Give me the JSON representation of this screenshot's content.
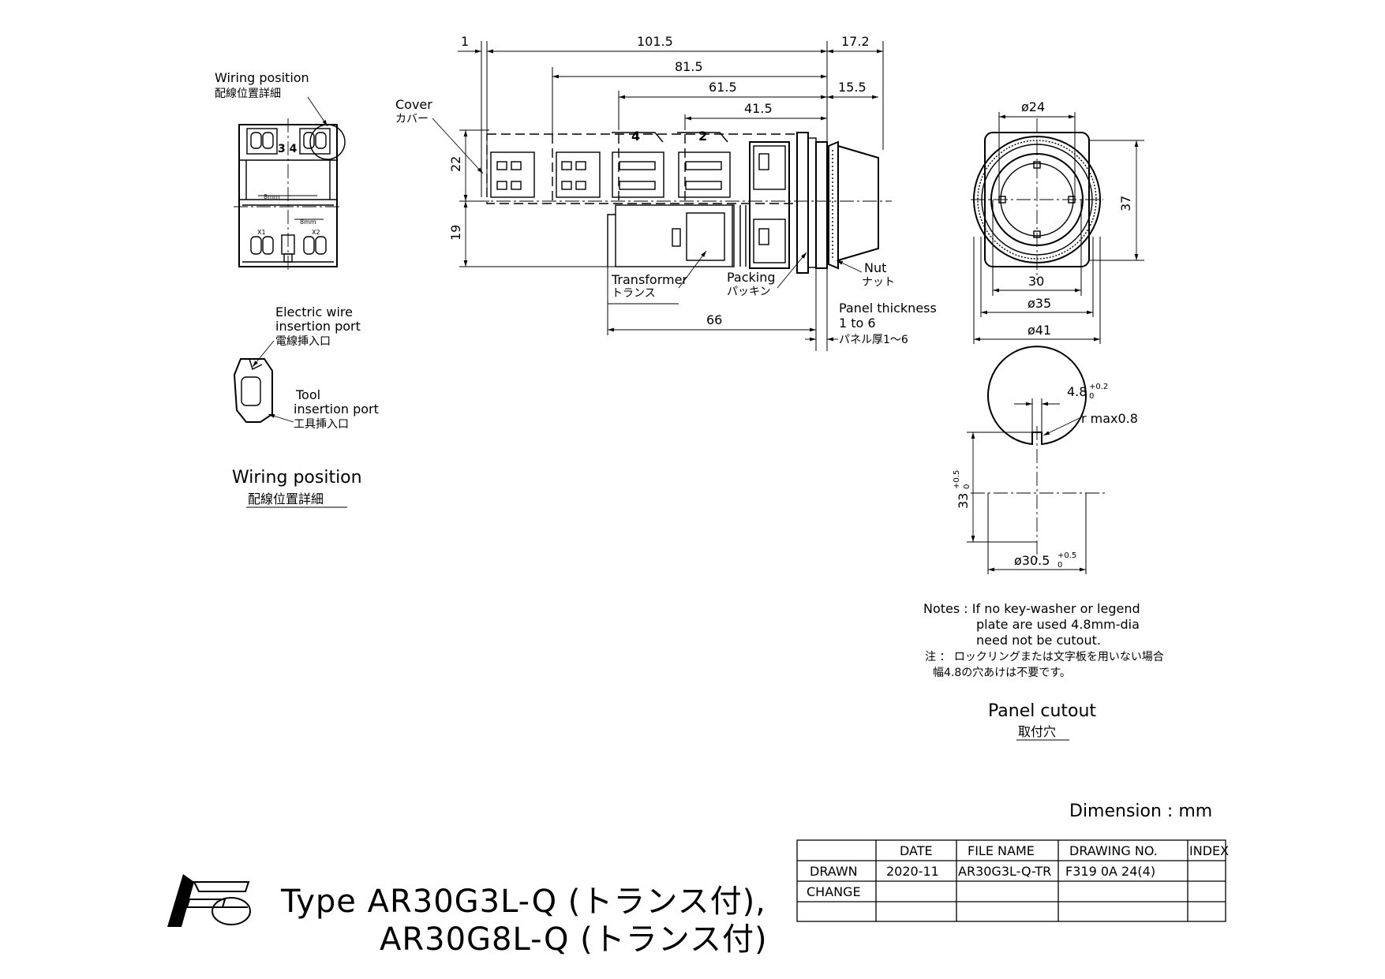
{
  "wiring_detail": {
    "label_en": "Wiring position",
    "label_ja": "配線位置詳細",
    "terminal_34": "3 4",
    "terminal_x1": "X1",
    "terminal_x2": "X2",
    "gap_8mm_a": "8mm",
    "gap_8mm_b": "8mm"
  },
  "port_detail": {
    "electric_wire_en_1": "Electric wire",
    "electric_wire_en_2": "insertion port",
    "electric_wire_ja": "電線挿入口",
    "tool_en_1": "Tool",
    "tool_en_2": "insertion port",
    "tool_ja": "工具挿入口",
    "caption_en": "Wiring position",
    "caption_ja": "配線位置詳細"
  },
  "side_view": {
    "cover_en": "Cover",
    "cover_ja": "カバー",
    "module_4": "4",
    "module_2": "2",
    "transformer_en": "Transformer",
    "transformer_ja": "トランス",
    "packing_en": "Packing",
    "packing_ja": "パッキン",
    "nut_en": "Nut",
    "nut_ja": "ナット",
    "panel_thickness_en_1": "Panel thickness",
    "panel_thickness_en_2": "1 to 6",
    "panel_thickness_ja": "パネル厚1～6",
    "dims": {
      "d1": "1",
      "d101_5": "101.5",
      "d81_5": "81.5",
      "d61_5": "61.5",
      "d41_5": "41.5",
      "d17_2": "17.2",
      "d15_5": "15.5",
      "d22": "22",
      "d19": "19",
      "d66": "66"
    }
  },
  "front_view": {
    "phi24": "ø24",
    "d37": "37",
    "d30": "30",
    "phi35": "ø35",
    "phi41": "ø41"
  },
  "panel_cutout": {
    "width_4_8": "4.8",
    "tol_4_8_up": "+0.2",
    "tol_4_8_low": "0",
    "rmax": "r max0.8",
    "height_33": "33",
    "tol_33_up": "+0.5",
    "tol_33_low": "0",
    "dia_30_5": "ø30.5",
    "tol_30_5_up": "+0.5",
    "tol_30_5_low": "0",
    "caption_en": "Panel cutout",
    "caption_ja": "取付穴"
  },
  "notes": {
    "line1": "Notes : If no key-washer or legend",
    "line2": "plate are used 4.8mm-dia",
    "line3": "need not be cutout.",
    "line4": "注 ： ロックリングまたは文字板を用いない場合",
    "line5": "幅4.8の穴あけは不要です。"
  },
  "dimension_unit": "Dimension : mm",
  "title_block": {
    "headers": [
      "",
      "DATE",
      "FILE NAME",
      "DRAWING NO.",
      "INDEX"
    ],
    "rows": [
      [
        "DRAWN",
        "2020-11",
        "AR30G3L-Q-TR",
        "F319 0A 24(4)",
        ""
      ],
      [
        "CHANGE",
        "",
        "",
        "",
        ""
      ],
      [
        "",
        "",
        "",
        "",
        ""
      ]
    ]
  },
  "type_title": {
    "line1": "Type  AR30G3L-Q (トランス付),",
    "line2": "AR30G8L-Q (トランス付)"
  },
  "logo_text": "Fe"
}
